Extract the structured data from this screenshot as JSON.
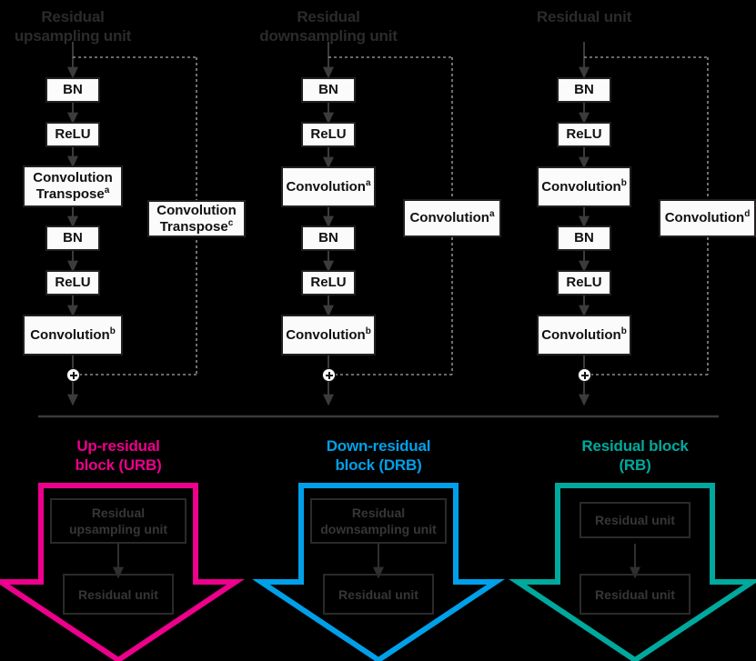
{
  "figure": {
    "background": "#000000",
    "separator_color": "#3a3a3a"
  },
  "columns": [
    {
      "id": "residual-upsampling-unit",
      "title_line1": "Residual",
      "title_line2": "upsampling unit",
      "nodes": [
        {
          "label": "BN",
          "sup": ""
        },
        {
          "label": "ReLU",
          "sup": ""
        },
        {
          "label": "Convolution Transpose",
          "sup": "a"
        },
        {
          "label": "BN",
          "sup": ""
        },
        {
          "label": "ReLU",
          "sup": ""
        },
        {
          "label": "Convolution",
          "sup": "b"
        }
      ],
      "skip_node": {
        "label": "Convolution Transpose",
        "sup": "c"
      }
    },
    {
      "id": "residual-downsampling-unit",
      "title_line1": "Residual",
      "title_line2": "downsampling unit",
      "nodes": [
        {
          "label": "BN",
          "sup": ""
        },
        {
          "label": "ReLU",
          "sup": ""
        },
        {
          "label": "Convolution",
          "sup": "a"
        },
        {
          "label": "BN",
          "sup": ""
        },
        {
          "label": "ReLU",
          "sup": ""
        },
        {
          "label": "Convolution",
          "sup": "b"
        }
      ],
      "skip_node": {
        "label": "Convolution",
        "sup": "a"
      }
    },
    {
      "id": "residual-unit",
      "title_line1": "Residual unit",
      "title_line2": "",
      "nodes": [
        {
          "label": "BN",
          "sup": ""
        },
        {
          "label": "ReLU",
          "sup": ""
        },
        {
          "label": "Convolution",
          "sup": "b"
        },
        {
          "label": "BN",
          "sup": ""
        },
        {
          "label": "ReLU",
          "sup": ""
        },
        {
          "label": "Convolution",
          "sup": "b"
        }
      ],
      "skip_node": {
        "label": "Convolution",
        "sup": "d"
      }
    }
  ],
  "blocks": [
    {
      "id": "up-residual-block",
      "title_line1": "Up-residual",
      "title_line2": "block (URB)",
      "color": "#ec008c",
      "inner": [
        {
          "line1": "Residual",
          "line2": "upsampling unit"
        },
        {
          "line1": "Residual unit",
          "line2": ""
        }
      ]
    },
    {
      "id": "down-residual-block",
      "title_line1": "Down-residual",
      "title_line2": "block (DRB)",
      "color": "#00a0e9",
      "inner": [
        {
          "line1": "Residual",
          "line2": "downsampling unit"
        },
        {
          "line1": "Residual unit",
          "line2": ""
        }
      ]
    },
    {
      "id": "residual-block",
      "title_line1": "Residual block",
      "title_line2": "(RB)",
      "color": "#00a99d",
      "inner": [
        {
          "line1": "Residual unit",
          "line2": ""
        },
        {
          "line1": "Residual unit",
          "line2": ""
        }
      ]
    }
  ]
}
